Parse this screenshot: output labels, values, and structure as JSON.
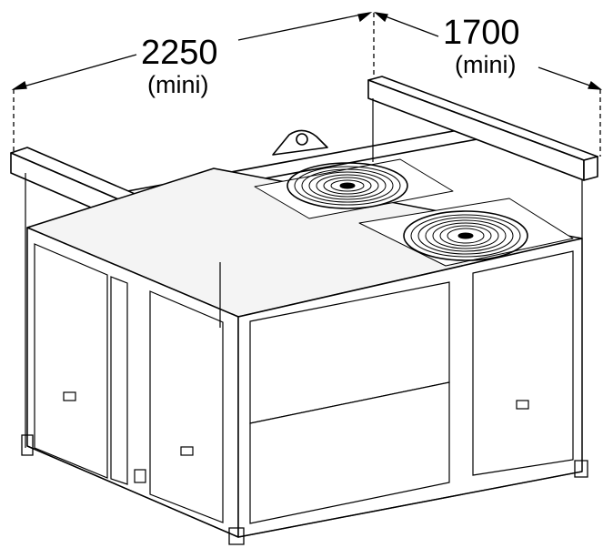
{
  "dimensions": {
    "length": {
      "value": "2250",
      "note": "(mini)"
    },
    "width": {
      "value": "1700",
      "note": "(mini)"
    }
  },
  "colors": {
    "line": "#000000",
    "panel": "#ffffff",
    "roof": "#f4f4f4",
    "fan_grille": "#000000"
  }
}
